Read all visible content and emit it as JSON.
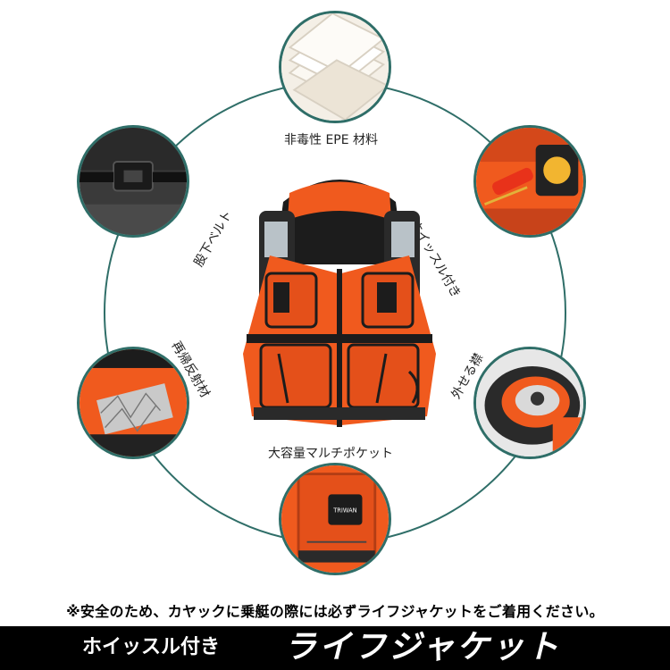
{
  "labels": {
    "material": "非毒性 EPE 材料",
    "whistle": "ホイッスル付き",
    "collar": "外せる襟",
    "pocket": "大容量マルチポケット",
    "reflective": "再帰反射材",
    "crotch_belt": "股下ベルト"
  },
  "vest_emblem": "TRIWAN",
  "notice": "※安全のため、カヤックに乗艇の際には必ずライフジャケットをご着用ください。",
  "banner": {
    "subtitle": "ホイッスル付き",
    "title": "ライフジャケット"
  },
  "colors": {
    "ring": "#2f6e68",
    "vest_orange": "#f05a1e",
    "vest_dark": "#1c1c1c",
    "banner_bg": "#000000",
    "banner_text": "#ffffff"
  }
}
